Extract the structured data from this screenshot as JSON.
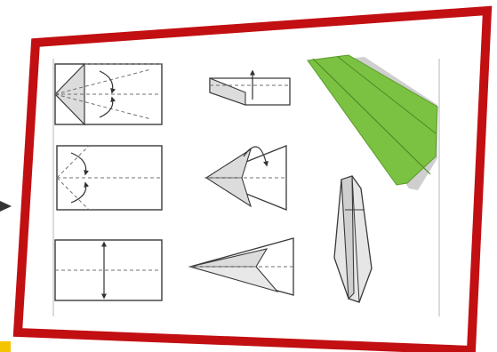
{
  "image": {
    "subject": "paper-airplane-folding-instructions",
    "colors": {
      "frame_border": "#c20f12",
      "panel_background": "#ffffff",
      "line_stroke": "#3a3a3a",
      "fold_dash": "#707070",
      "folded_paper_fill": "#d9d9d9",
      "finished_plane": "#7cc242",
      "finished_plane_shadow": "#cfcfcf",
      "corner_mark": "#f5c400"
    },
    "steps": [
      {
        "id": "step-1",
        "content": "rectangle-sheet-center-fold"
      },
      {
        "id": "step-2",
        "content": "rectangle-corner-folds"
      },
      {
        "id": "step-3",
        "content": "pointed-nose-folds"
      },
      {
        "id": "step-4",
        "content": "narrow-wing-fold"
      },
      {
        "id": "step-5",
        "content": "nose-fold-over"
      },
      {
        "id": "step-6",
        "content": "plane-side-view"
      },
      {
        "id": "step-7",
        "content": "plane-front-view"
      },
      {
        "id": "step-8",
        "content": "finished-green-plane"
      }
    ]
  }
}
